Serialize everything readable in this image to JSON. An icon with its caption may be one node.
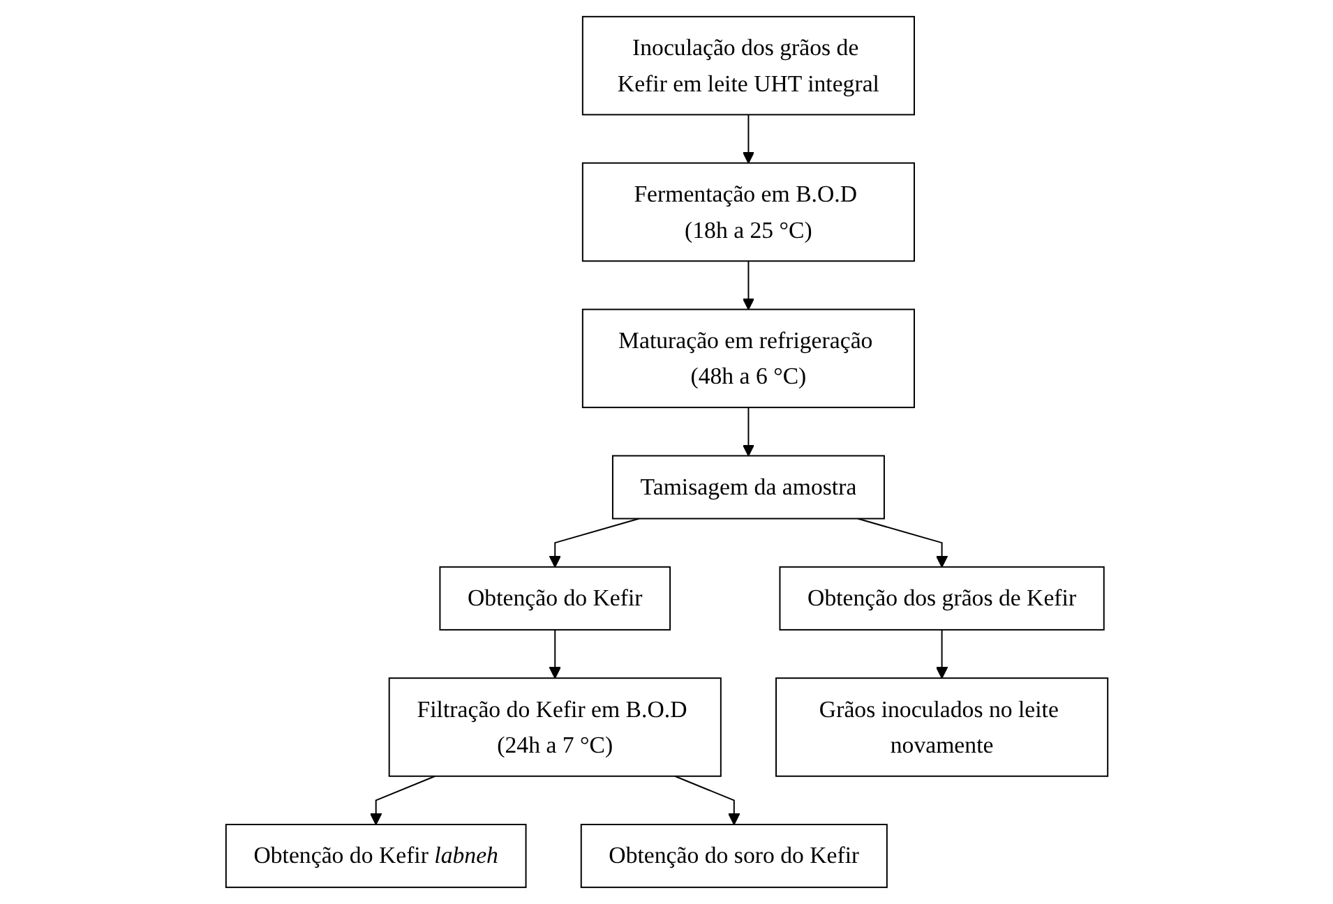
{
  "diagram": {
    "nodes": [
      {
        "text": [
          "Inoculação dos grãos de Kefir em leite UHT integral"
        ]
      },
      {
        "text": [
          "Fermentação em B.O.D (18h a 25 °C)"
        ]
      },
      {
        "text": [
          "Maturação em refrigeração (48h a 6 °C)"
        ]
      },
      {
        "text": [
          "Tamisagem da amostra"
        ]
      },
      {
        "text": [
          "Obtenção do Kefir"
        ]
      },
      {
        "text": [
          "Obtenção dos grãos de Kefir"
        ]
      },
      {
        "text": [
          "Filtração do Kefir em B.O.D (24h a 7 °C)"
        ]
      },
      {
        "text": [
          "Grãos inoculados no leite novamente"
        ]
      },
      {
        "text": [
          "Obtenção do Kefir *labneh*"
        ]
      },
      {
        "text": [
          "Obtenção do soro do Kefir"
        ]
      }
    ],
    "edges": [
      {
        "from": 0,
        "to": 1,
        "arrow": "to"
      },
      {
        "from": 1,
        "to": 2,
        "arrow": "to"
      },
      {
        "from": 2,
        "to": 3,
        "arrow": "to"
      },
      {
        "from": 3,
        "to": 4,
        "arrow": "to"
      },
      {
        "from": 3,
        "to": 5,
        "arrow": "to"
      },
      {
        "from": 4,
        "to": 6,
        "arrow": "to"
      },
      {
        "from": 5,
        "to": 7,
        "arrow": "to"
      },
      {
        "from": 6,
        "to": 8,
        "arrow": "to"
      },
      {
        "from": 6,
        "to": 9,
        "arrow": "to"
      }
    ]
  }
}
